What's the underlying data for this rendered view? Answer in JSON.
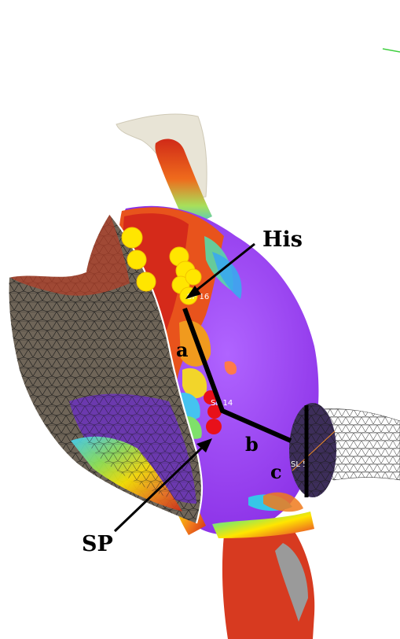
{
  "image": {
    "labels": {
      "his": "His",
      "sp": "SP",
      "segment_a": "a",
      "segment_b": "b",
      "segment_c": "c"
    },
    "map_tags": {
      "tag_16": "SP 16",
      "tag_14": "SP 14",
      "tag_5": "SL 5"
    },
    "colors": {
      "purple": "#9b3cf2",
      "red": "#e0301e",
      "orange": "#f07a1c",
      "yellow": "#ffe600",
      "green": "#57e06a",
      "cyan": "#36c6e8",
      "blue": "#2f5fe0",
      "gray_mesh": "#6f6558",
      "bone": "#e8e4d6"
    }
  }
}
